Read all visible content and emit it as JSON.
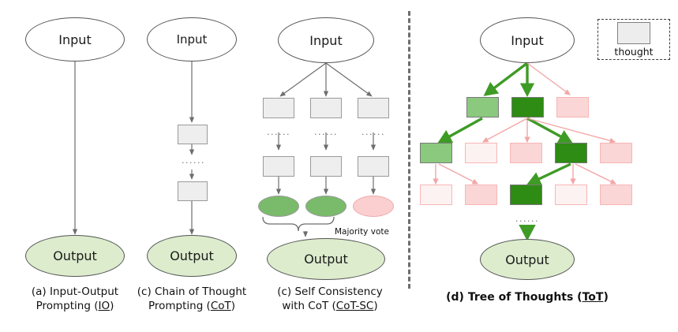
{
  "figure": {
    "title_implicit": "Prompting strategies comparison",
    "colors": {
      "thought_box_fill": "#eeeeee",
      "thought_box_border": "#9a9a9a",
      "output_ellipse_fill": "#dceccd",
      "input_ellipse_fill": "#ffffff",
      "green_dark": "#2e8b13",
      "green_light": "#8ac97e",
      "green_arrow": "#3e9b25",
      "pink_fill": "#fbd6d6",
      "pink_faint_fill": "#fdf2f2",
      "pink_border": "#f7b6b6",
      "pink_arrow": "#f2a6a6",
      "grey_arrow": "#6d6d6d",
      "divider": "#6e6e6e"
    },
    "ellipsis_glyph": "......"
  },
  "legend": {
    "swatch_name": "thought-swatch",
    "label": "thought"
  },
  "panel_a": {
    "id": "io",
    "input_label": "Input",
    "output_label": "Output",
    "caption_line1": "(a) Input-Output",
    "caption_line2_prefix": "Prompting (",
    "caption_line2_abbr": "IO",
    "caption_line2_suffix": ")"
  },
  "panel_b": {
    "id": "cot",
    "input_label": "Input",
    "output_label": "Output",
    "thought_count": 2,
    "ellipsis": "......",
    "caption_line1": "(c) Chain of Thought",
    "caption_line2_prefix": "Prompting (",
    "caption_line2_abbr": "CoT",
    "caption_line2_suffix": ")"
  },
  "panel_c": {
    "id": "cot-sc",
    "input_label": "Input",
    "output_label": "Output",
    "branches": 3,
    "rows": 2,
    "ellipsis": "......",
    "leaf_states": [
      "green",
      "green",
      "pink"
    ],
    "majority_vote_label": "Majority vote",
    "caption_line1": "(c) Self Consistency",
    "caption_line2_prefix": "with CoT (",
    "caption_line2_abbr": "CoT-SC",
    "caption_line2_suffix": ")"
  },
  "panel_d": {
    "id": "tot",
    "input_label": "Input",
    "output_label": "Output",
    "ellipsis": "......",
    "caption_prefix": "(d) Tree of Thoughts (",
    "caption_abbr": "ToT",
    "caption_suffix": ")",
    "levels": [
      {
        "level": 1,
        "states": [
          "green-light",
          "green-dark",
          "pink"
        ]
      },
      {
        "level": 2,
        "states": [
          "green-light",
          "pink-faint",
          "pink",
          "green-dark",
          "pink"
        ]
      },
      {
        "level": 3,
        "states": [
          "pink-faint",
          "pink",
          "green-dark",
          "pink-faint",
          "pink"
        ]
      }
    ]
  }
}
